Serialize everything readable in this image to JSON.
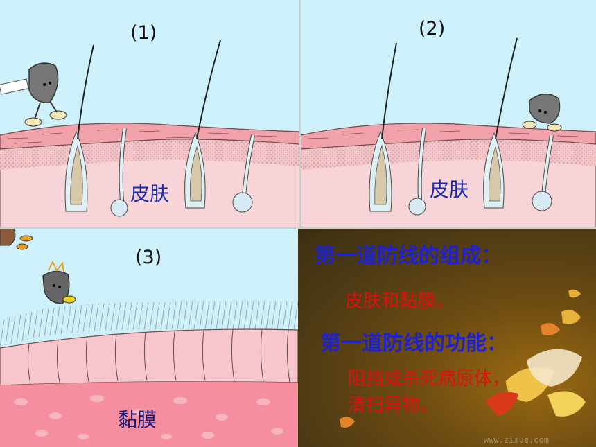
{
  "panel1": {
    "number": "(1)",
    "label": "皮肤"
  },
  "panel2": {
    "number": "(2)",
    "label": "皮肤"
  },
  "panel3": {
    "number": "(3)",
    "label": "黏膜"
  },
  "panel4": {
    "heading1": "第一道防线的组成：",
    "text1": "皮肤和黏膜。",
    "heading2": "第一道防线的功能：",
    "text2_line1": "阻挡或杀死病原体，",
    "text2_line2": "清扫异物。",
    "watermark": "www.zixue.com"
  },
  "colors": {
    "sky": "#cdf0fa",
    "skin_top": "#f2a3ab",
    "skin_dermis": "#f6d6d9",
    "heading": "#1f22c8",
    "red": "#e20f0f"
  }
}
